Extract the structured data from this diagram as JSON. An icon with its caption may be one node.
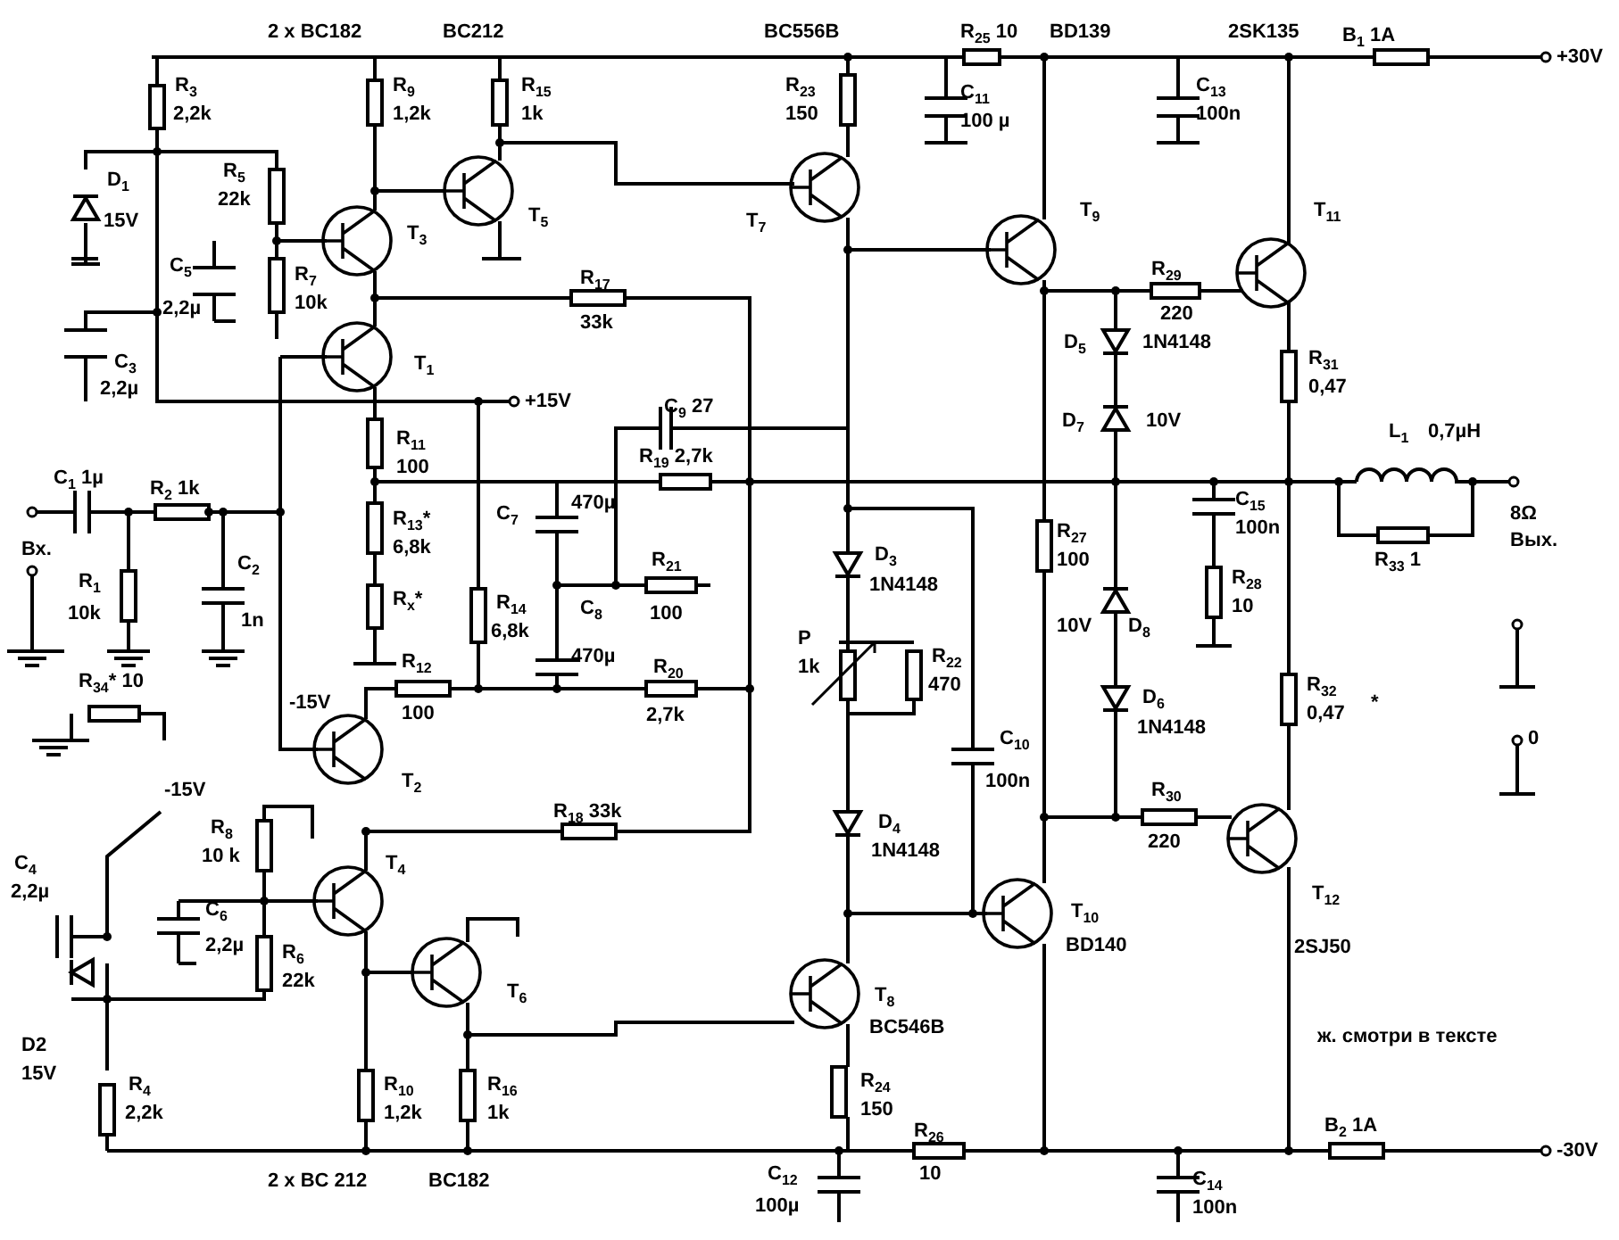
{
  "diagram": {
    "labels": [
      "2 x BC182",
      "BC212",
      "BC556B",
      "R$_{25}$ 10",
      "BD139",
      "2SK135",
      "B$_{1}$ 1A",
      "+30V",
      "R$_{3}$",
      "2,2k",
      "R$_{9}$",
      "1,2k",
      "R$_{15}$",
      "1k",
      "R$_{23}$",
      "150",
      "C$_{11}$",
      "100 µ",
      "C$_{13}$",
      "100n",
      "D$_{1}$",
      "15V",
      "R$_{5}$",
      "22k",
      "T$_{3}$",
      "T$_{5}$",
      "T$_{7}$",
      "T$_{9}$",
      "T$_{11}$",
      "C$_{5}$",
      "2,2µ",
      "R$_{7}$",
      "10k",
      "R$_{17}$",
      "R$_{29}$",
      "33k",
      "220",
      "D$_{5}$",
      "1N4148",
      "C$_{3}$",
      "2,2µ",
      "T$_{1}$",
      "R$_{31}$",
      "0,47",
      "+15V",
      "C$_{9}$ 27",
      "R$_{11}$",
      "D$_{7}$",
      "10V",
      "L$_{1}$",
      "0,7µH",
      "100",
      "R$_{19}$ 2,7k",
      "C$_{1}$ 1µ",
      "R$_{2}$ 1k",
      "C$_{15}$",
      "100n",
      "R$_{33}$ 1",
      "8Ω",
      "Вых.",
      "R$_{13}$*",
      "6,8k",
      "C$_{7}$",
      "470µ",
      "R$_{27}$",
      "100",
      "D$_{3}$",
      "1N4148",
      "Вх.",
      "R$_{1}$",
      "10k",
      "C$_{2}$",
      "1n",
      "R$_{x}$*",
      "R$_{14}$",
      "R$_{21}$",
      "100",
      "R$_{28}$",
      "10",
      "6,8k",
      "C$_{8}$",
      "470µ",
      "10V",
      "D$_{8}$",
      "P",
      "1k",
      "R$_{22}$",
      "470",
      "R$_{34}$* 10",
      "-15V",
      "R$_{12}$",
      "100",
      "R$_{20}$",
      "2,7k",
      "D$_{6}$",
      "1N4148",
      "R$_{32}$",
      "0,47",
      "*",
      "0",
      "T$_{2}$",
      "C$_{10}$",
      "100n",
      "R$_{30}$",
      "220",
      "-15V",
      "R$_{18}$ 33k",
      "C$_{4}$",
      "2,2µ",
      "R$_{8}$",
      "10 k",
      "T$_{4}$",
      "D$_{4}$",
      "1N4148",
      "T$_{12}$",
      "C$_{6}$",
      "2,2µ",
      "T$_{10}$",
      "BD140",
      "2SJ50",
      "R$_{6}$",
      "22k",
      "T$_{6}$",
      "T$_{8}$",
      "BC546B",
      "D2",
      "ж. смотри в тексте",
      "15V",
      "R$_{4}$",
      "2,2k",
      "R$_{10}$",
      "1,2k",
      "R$_{16}$",
      "1k",
      "R$_{24}$",
      "150",
      "R$_{26}$",
      "10",
      "B$_{2}$ 1A",
      "-30V",
      "2 x BC 212",
      "BC182",
      "C$_{12}$",
      "100µ",
      "C$_{14}$",
      "100n"
    ]
  }
}
